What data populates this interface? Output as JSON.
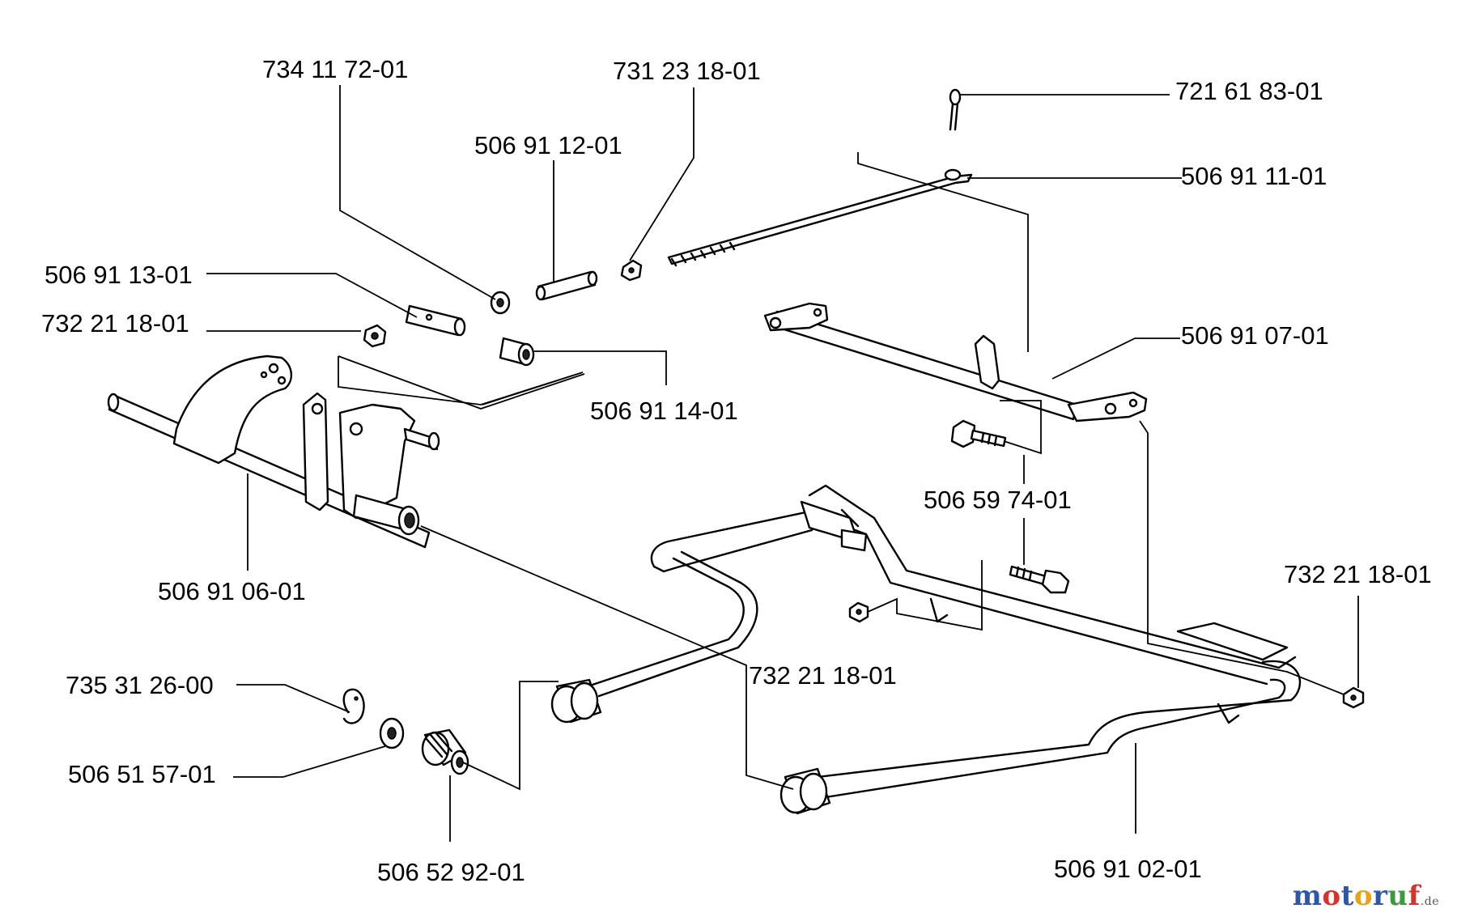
{
  "parts": [
    {
      "id": "p1",
      "number": "734 11 72-01"
    },
    {
      "id": "p2",
      "number": "731 23 18-01"
    },
    {
      "id": "p3",
      "number": "506 91 12-01"
    },
    {
      "id": "p4",
      "number": "721 61 83-01"
    },
    {
      "id": "p5",
      "number": "506 91 11-01"
    },
    {
      "id": "p6",
      "number": "506 91 13-01"
    },
    {
      "id": "p7",
      "number": "732 21 18-01"
    },
    {
      "id": "p8",
      "number": "506 91 07-01"
    },
    {
      "id": "p9",
      "number": "506 91 14-01"
    },
    {
      "id": "p10",
      "number": "506 59 74-01"
    },
    {
      "id": "p11",
      "number": "732 21 18-01"
    },
    {
      "id": "p12",
      "number": "506 91 06-01"
    },
    {
      "id": "p13",
      "number": "732 21 18-01"
    },
    {
      "id": "p14",
      "number": "735 31 26-00"
    },
    {
      "id": "p15",
      "number": "506 51 57-01"
    },
    {
      "id": "p16",
      "number": "506 52 92-01"
    },
    {
      "id": "p17",
      "number": "506 91 02-01"
    }
  ],
  "watermark": {
    "letters": [
      "m",
      "o",
      "t",
      "o",
      "r",
      "u",
      "f"
    ],
    "colors": [
      "#2f57a8",
      "#d9322d",
      "#2f57a8",
      "#e9a21b",
      "#2f57a8",
      "#3c9a3c",
      "#d9322d"
    ],
    "suffix": ".de"
  }
}
